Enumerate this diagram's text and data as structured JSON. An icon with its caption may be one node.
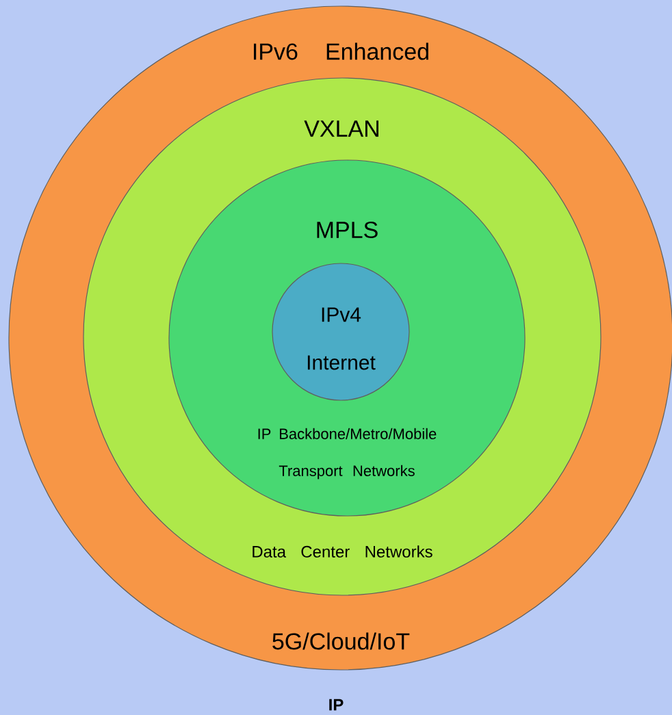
{
  "diagram": {
    "caption": "IP",
    "nodes": [
      {
        "text": [
          "IPv6 Enhanced",
          "5G/Cloud/IoT"
        ]
      },
      {
        "text": [
          "VXLAN",
          "Data Center Networks"
        ],
        "in": 0
      },
      {
        "text": [
          "MPLS",
          "IP Backbone/Metro/Mobile Transport Networks"
        ],
        "in": 1
      },
      {
        "text": [
          "IPv4 Internet"
        ],
        "in": 2
      }
    ]
  }
}
